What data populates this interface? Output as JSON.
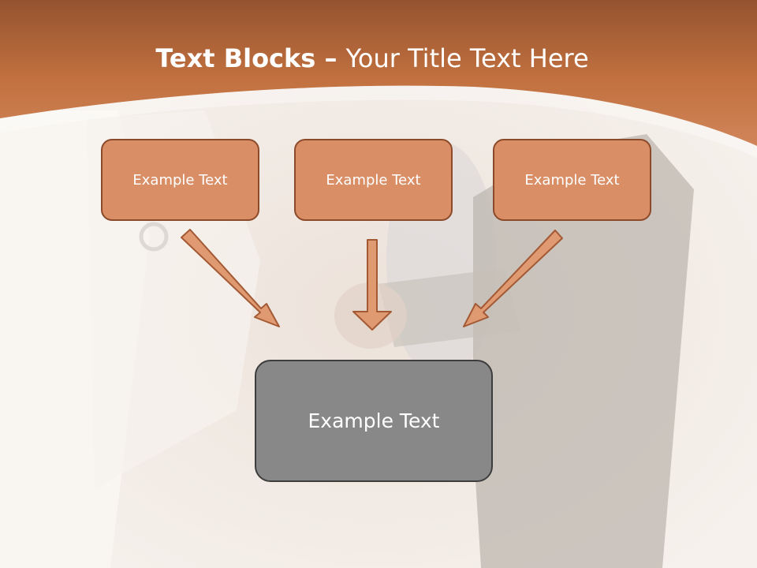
{
  "title": {
    "bold": "Text Blocks",
    "dash": " – ",
    "regular": "Your Title Text Here"
  },
  "blocks": {
    "top": [
      {
        "label": "Example Text"
      },
      {
        "label": "Example Text"
      },
      {
        "label": "Example Text"
      }
    ],
    "bottom": {
      "label": "Example Text"
    }
  },
  "colors": {
    "header": "#c97a4b",
    "block_fill": "#d98e66",
    "block_border": "#8c4a2a",
    "bottom_fill": "#888888",
    "bottom_border": "#3d3d3d",
    "arrow_fill": "#e09a72",
    "arrow_border": "#a35a34"
  }
}
